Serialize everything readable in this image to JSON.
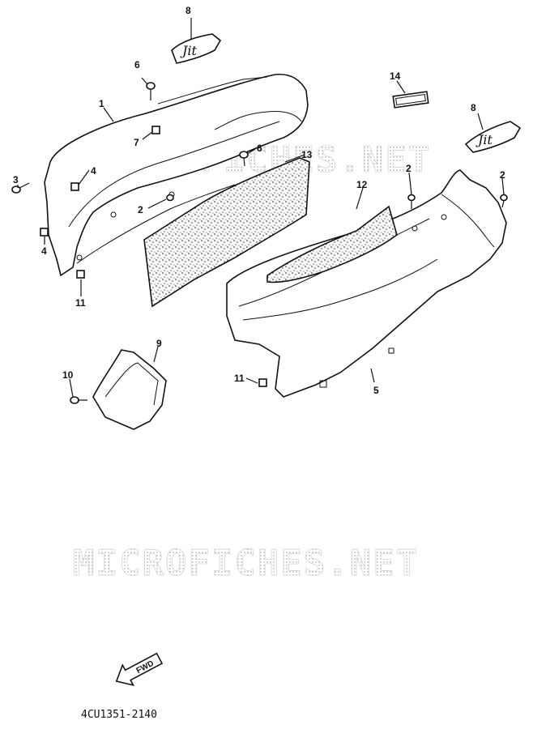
{
  "watermark": {
    "top": "MICROFICHES.NET",
    "bottom": "MICROFICHES.NET"
  },
  "callouts": {
    "c1": "1",
    "c2a": "2",
    "c2b": "2",
    "c2c": "2",
    "c3": "3",
    "c4a": "4",
    "c4b": "4",
    "c5": "5",
    "c6a": "6",
    "c6b": "6",
    "c7": "7",
    "c8a": "8",
    "c8b": "8",
    "c9": "9",
    "c10": "10",
    "c11a": "11",
    "c11b": "11",
    "c12": "12",
    "c13": "13",
    "c14": "14"
  },
  "decal_text": "Jit",
  "fwd_label": "FWD",
  "diagram_code": "4CU1351-2140"
}
